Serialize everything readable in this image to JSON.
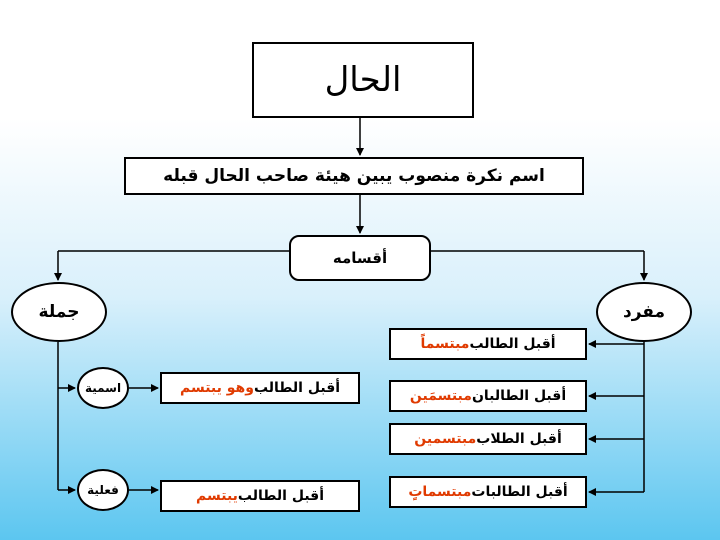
{
  "title": "الحال",
  "definition": "اسم نكرة منصوب يبين هيئة صاحب الحال قبله",
  "divisions_label": "أقسامه",
  "types": {
    "single": "مفرد",
    "sentence": "جملة",
    "nominal": "اسمية",
    "verbal": "فعلية"
  },
  "single_examples": [
    {
      "prefix": "أقبل الطالب ",
      "hal": "مبتسماً"
    },
    {
      "prefix": "أقبل الطالبان ",
      "hal": "مبتسمَين"
    },
    {
      "prefix": "أقبل الطلاب ",
      "hal": "مبتسمين"
    },
    {
      "prefix": "أقبل الطالبات ",
      "hal": "مبتسماتٍ"
    }
  ],
  "sentence_examples": {
    "nominal": {
      "prefix": "أقبل الطالب ",
      "hal": "وهو يبتسم"
    },
    "verbal": {
      "prefix": "أقبل الطالب ",
      "hal": "يبتسم"
    }
  },
  "colors": {
    "highlight": "#e03a00",
    "border": "#000000"
  }
}
